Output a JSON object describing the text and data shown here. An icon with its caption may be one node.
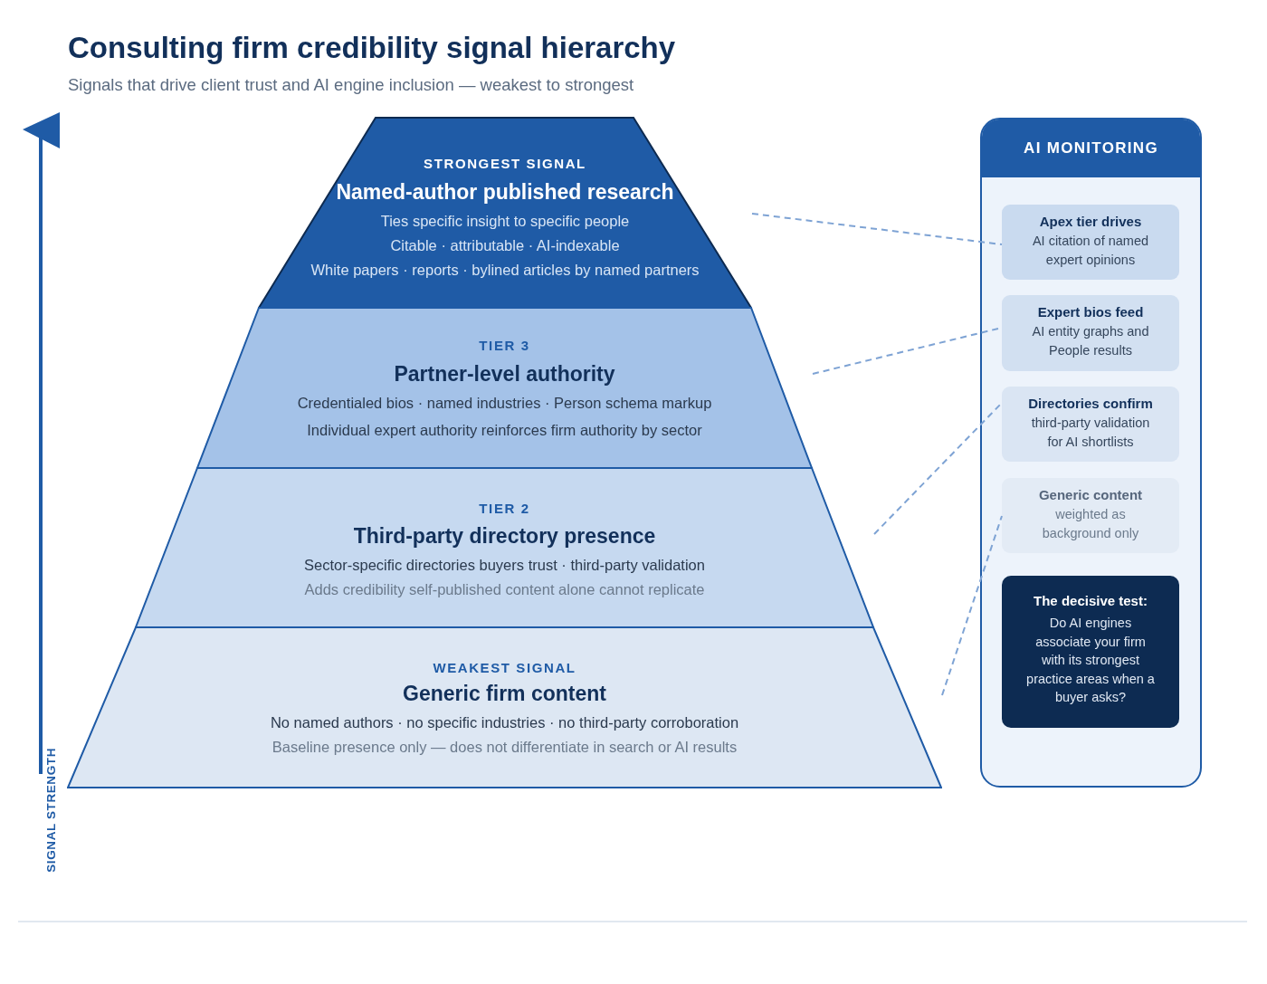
{
  "diagram": {
    "title": "Consulting firm credibility signal hierarchy",
    "nodes": [
      {
        "text": [
          "STRONGEST SIGNAL",
          "Named-author published research",
          "Ties specific insight to specific people",
          "Citable · attributable · AI-indexable",
          "White papers · reports · bylined articles by named partners"
        ]
      },
      {
        "text": [
          "TIER 3",
          "Partner-level authority",
          "Credentialed bios · named industries · Person schema markup",
          "Individual expert authority reinforces firm authority by sector"
        ]
      },
      {
        "text": [
          "TIER 2",
          "Third-party directory presence",
          "Sector-specific directories buyers trust · third-party validation",
          "Adds credibility self-published content alone cannot replicate"
        ]
      },
      {
        "text": [
          "WEAKEST SIGNAL",
          "Generic firm content",
          "No named authors · no specific industries · no third-party corroboration",
          "Baseline presence only — does not differentiate in search or AI results"
        ]
      },
      {
        "text": [
          "AI MONITORING"
        ]
      },
      {
        "text": [
          "Apex tier drives",
          "AI citation of named expert opinions"
        ],
        "in": 4
      },
      {
        "text": [
          "Expert bios feed",
          "AI entity graphs and People results"
        ],
        "in": 4
      },
      {
        "text": [
          "Directories confirm",
          "third-party validation for AI shortlists"
        ],
        "in": 4
      },
      {
        "text": [
          "Generic content",
          "weighted as background only"
        ],
        "in": 4
      },
      {
        "text": [
          "The decisive test:",
          "Do AI engines associate your firm with its strongest practice areas when a buyer asks?"
        ],
        "in": 4
      }
    ],
    "edges": [
      {
        "from": 0,
        "to": 5,
        "arrow": "none",
        "style": "dashed"
      },
      {
        "from": 1,
        "to": 6,
        "arrow": "none",
        "style": "dashed"
      },
      {
        "from": 2,
        "to": 7,
        "arrow": "none",
        "style": "dashed"
      },
      {
        "from": 3,
        "to": 8,
        "arrow": "none",
        "style": "dashed"
      }
    ],
    "labels": [
      "Signals that drive client trust and AI engine inclusion — weakest to strongest",
      "SIGNAL STRENGTH"
    ]
  }
}
